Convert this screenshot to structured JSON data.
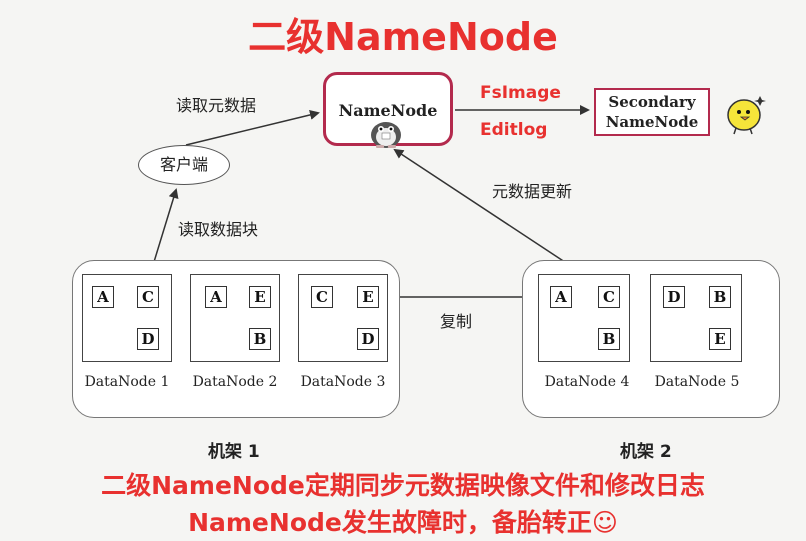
{
  "title": "二级NameNode",
  "namenode": {
    "label": "NameNode"
  },
  "secondary": {
    "line1": "Secondary",
    "line2": "NameNode"
  },
  "fsimage": "FsImage",
  "editlog": "Editlog",
  "read_metadata": "读取元数据",
  "client": "客户端",
  "read_block": "读取数据块",
  "metadata_update": "元数据更新",
  "replicate": "复制",
  "racks": [
    {
      "label": "机架 1"
    },
    {
      "label": "机架 2"
    }
  ],
  "datanodes": [
    {
      "label": "DataNode 1",
      "blocks": [
        "A",
        "C",
        "D"
      ]
    },
    {
      "label": "DataNode 2",
      "blocks": [
        "A",
        "E",
        "B"
      ]
    },
    {
      "label": "DataNode 3",
      "blocks": [
        "C",
        "E",
        "D"
      ]
    },
    {
      "label": "DataNode 4",
      "blocks": [
        "A",
        "C",
        "B"
      ]
    },
    {
      "label": "DataNode 5",
      "blocks": [
        "D",
        "B",
        "E"
      ]
    }
  ],
  "bottom_line1": "二级NameNode定期同步元数据映像文件和修改日志",
  "bottom_line2": "NameNode发生故障时，备胎转正☺",
  "colors": {
    "accent_red": "#e8312f",
    "box_border": "#b32a4d"
  },
  "icons": [
    "penguin-icon",
    "chick-icon"
  ]
}
